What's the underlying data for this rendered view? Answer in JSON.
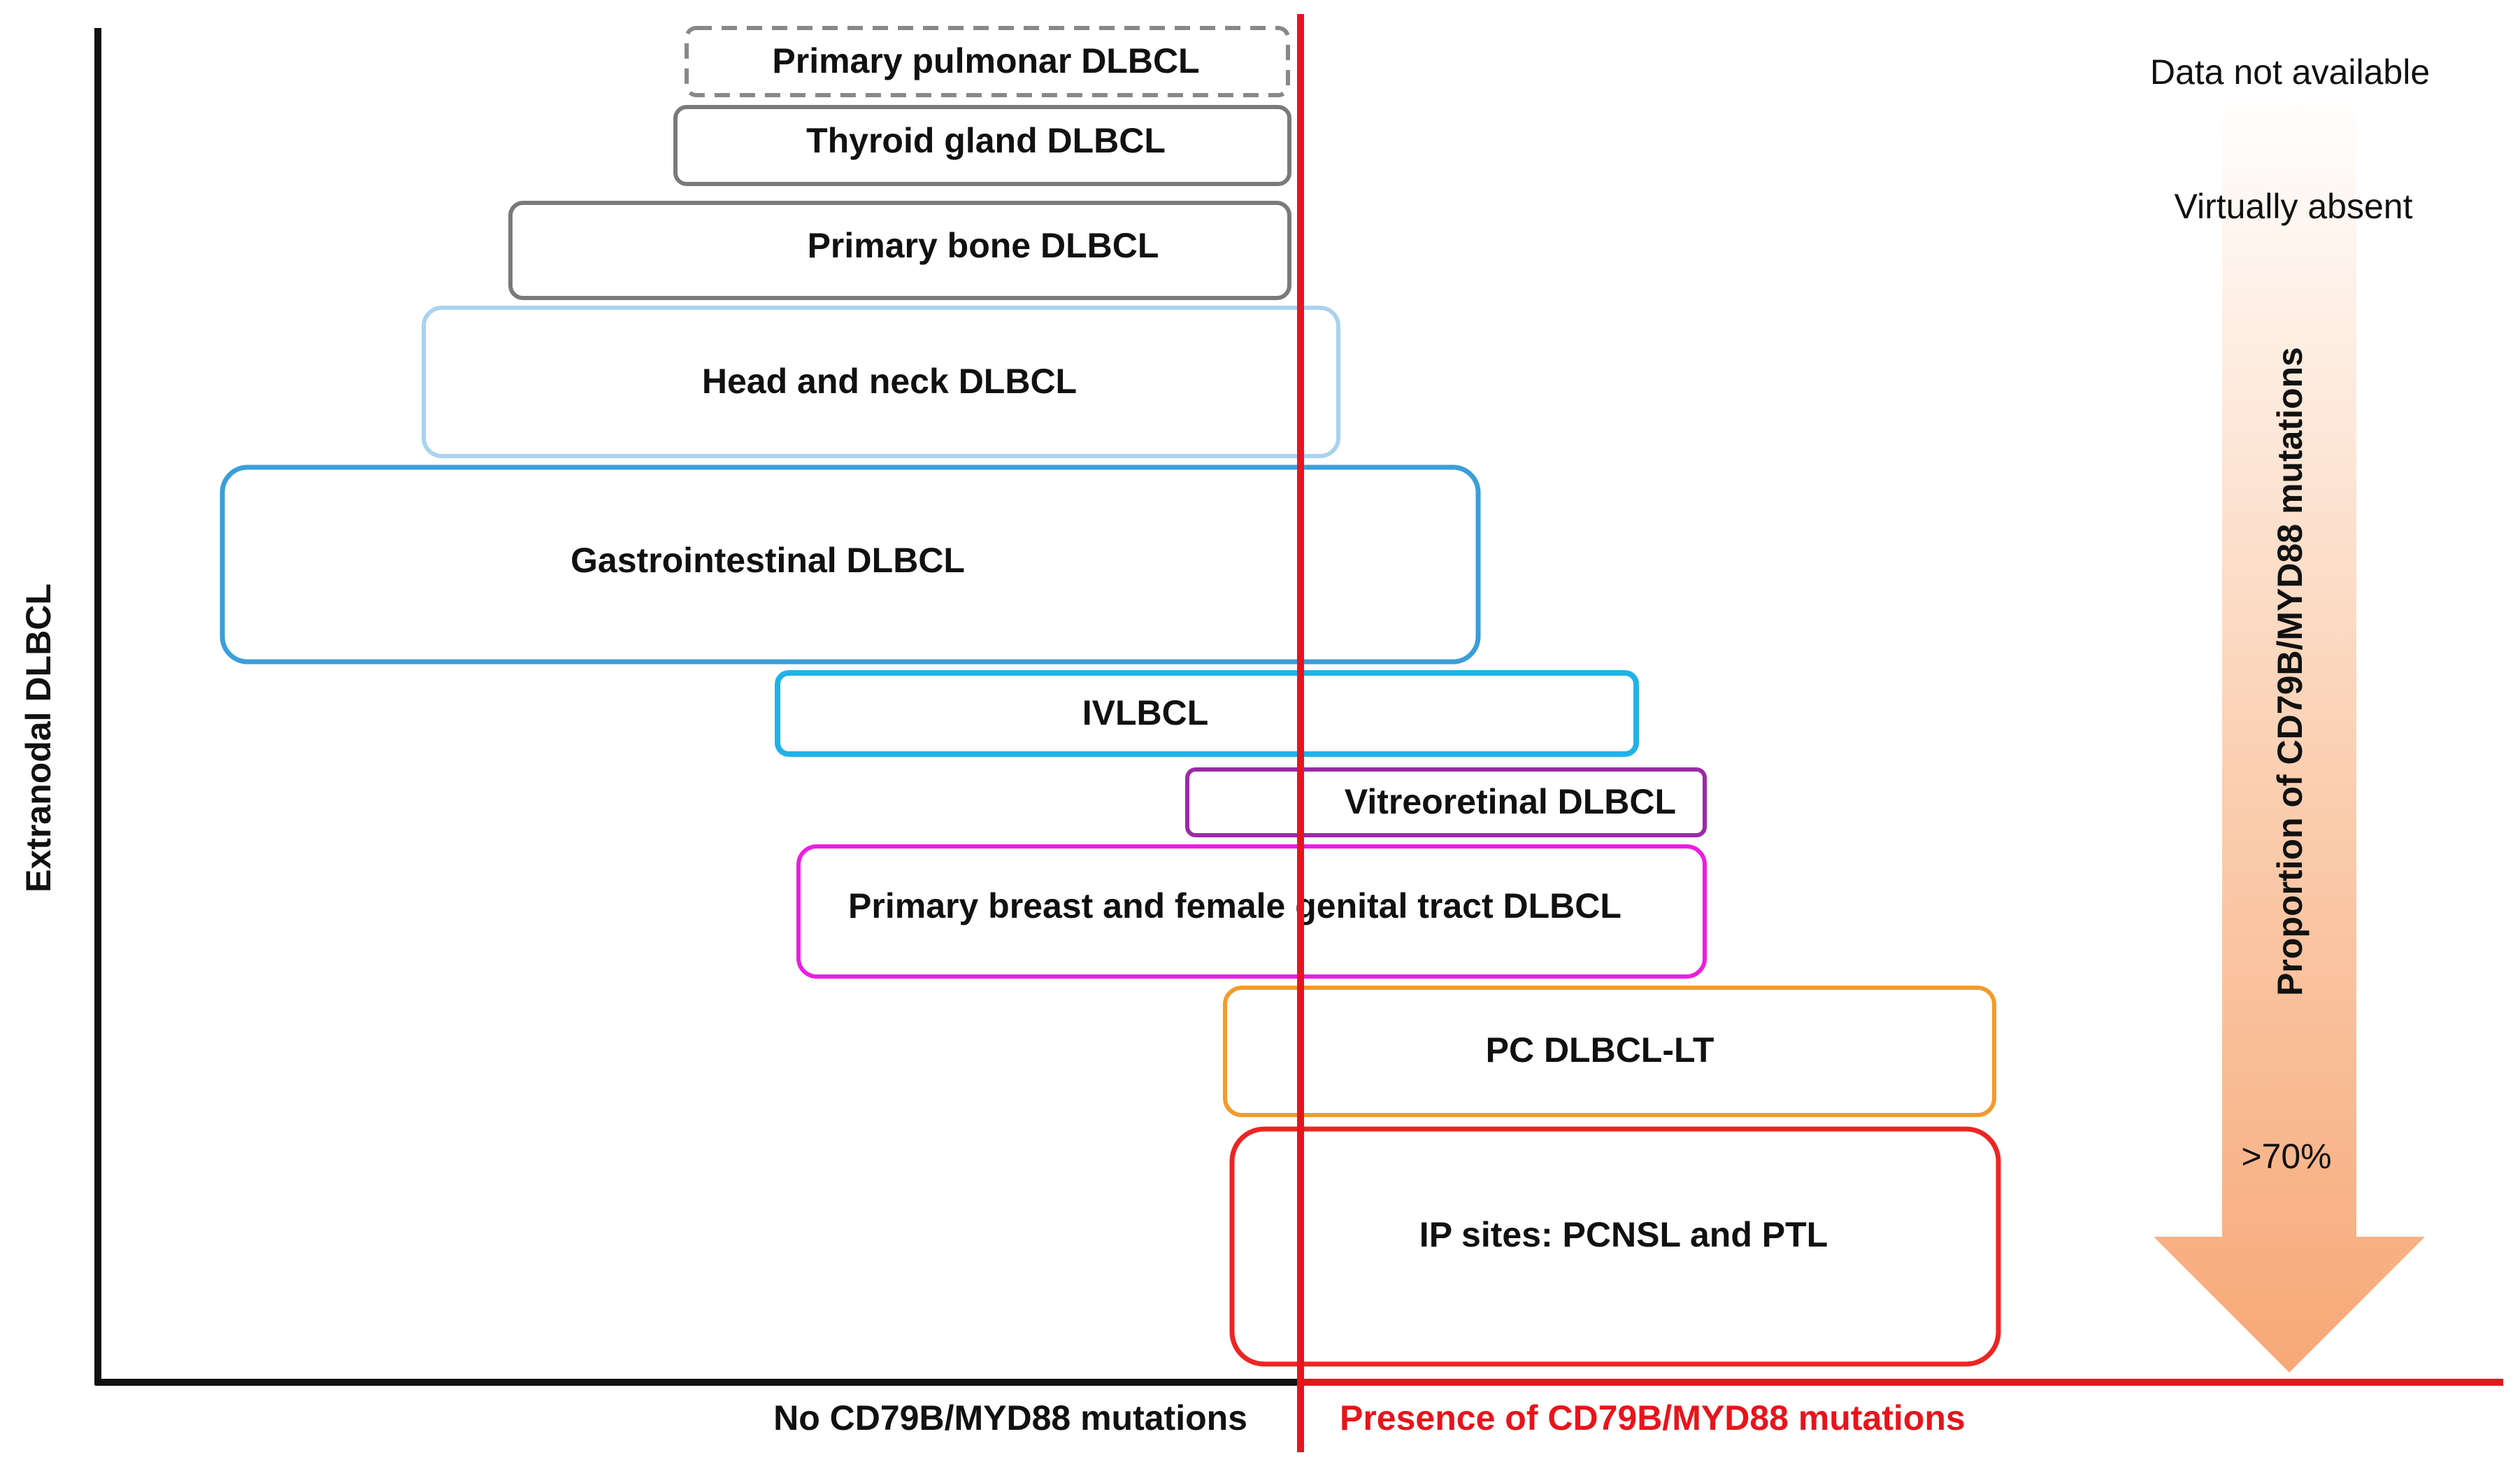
{
  "y_axis_label": "Extranodal DLBCL",
  "x_axis": {
    "left_label": "No CD79B/MYD88 mutations",
    "right_label": "Presence of CD79B/MYD88 mutations",
    "left_color": "#111111",
    "right_color": "#e8141b"
  },
  "divider_color": "#e8141b",
  "boxes": [
    {
      "label": "Primary pulmonar DLBCL",
      "color": "#888888",
      "dashed": true
    },
    {
      "label": "Thyroid gland DLBCL",
      "color": "#7a7a7a",
      "dashed": false
    },
    {
      "label": "Primary bone DLBCL",
      "color": "#7a7a7a",
      "dashed": false
    },
    {
      "label": "Head and neck DLBCL",
      "color": "#a9d3ef",
      "dashed": false
    },
    {
      "label": "Gastrointestinal DLBCL",
      "color": "#3a9fd8",
      "dashed": false
    },
    {
      "label": "IVLBCL",
      "color": "#1fb3e8",
      "dashed": false
    },
    {
      "label": "Vitreoretinal DLBCL",
      "color": "#9b2aa8",
      "dashed": false
    },
    {
      "label": "Primary breast and female genital tract DLBCL",
      "color": "#ec1ee0",
      "dashed": false
    },
    {
      "label": "PC DLBCL-LT",
      "color": "#f39a2c",
      "dashed": false
    },
    {
      "label": "IP sites: PCNSL and PTL",
      "color": "#ee2424",
      "dashed": false
    }
  ],
  "scale": {
    "top_label": "Data not available",
    "middle_label": "Virtually absent",
    "bottom_label": ">70%",
    "arrow_label": "Proportion of CD79B/MYD88 mutations",
    "arrow_color": "#f7a877"
  }
}
